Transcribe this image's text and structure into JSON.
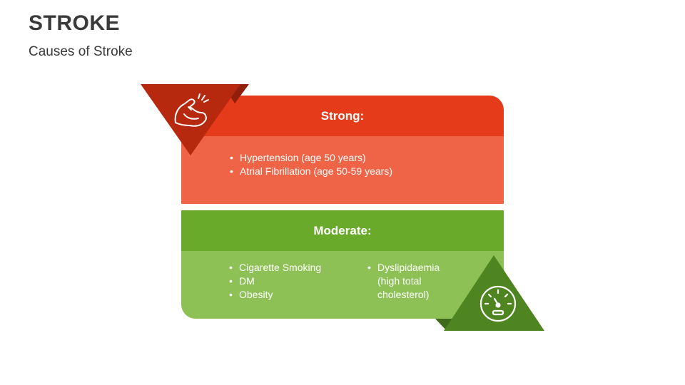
{
  "header": {
    "title": "STROKE",
    "subtitle": "Causes of Stroke"
  },
  "colors": {
    "strong_header": "#E63B1A",
    "strong_body": "#EF6447",
    "strong_triangle": "#B7290F",
    "moderate_header": "#6AAA2A",
    "moderate_body": "#8DC155",
    "moderate_triangle": "#4E8521"
  },
  "strong": {
    "heading": "Strong:",
    "icon": "flexed-arm-icon",
    "items": [
      "Hypertension (age 50 years)",
      "Atrial Fibrillation (age 50-59 years)"
    ]
  },
  "moderate": {
    "heading": "Moderate:",
    "icon": "speedometer-icon",
    "items_left": [
      "Cigarette Smoking",
      "DM",
      "Obesity"
    ],
    "items_right": [
      "Dyslipidaemia",
      "(high total",
      "cholesterol)"
    ]
  }
}
